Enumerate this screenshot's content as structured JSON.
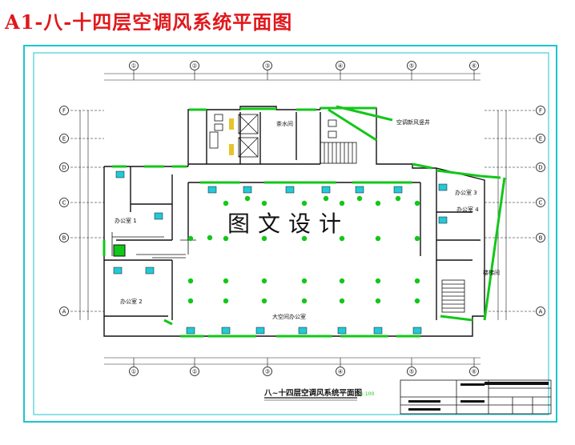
{
  "title": "A1-八-十四层空调风系统平面图",
  "watermark": "图文设计",
  "drawing_title": "八~十四层空调风系统平面图",
  "drawing_scale": "1:100",
  "grid_columns": [
    "①",
    "②",
    "③",
    "④",
    "⑤",
    "⑥"
  ],
  "grid_rows": [
    "F",
    "E",
    "D",
    "C",
    "B",
    "A"
  ],
  "rooms": {
    "open_office": "大空间办公室",
    "office_1": "办公室 1",
    "office_2": "办公室 2",
    "office_3": "办公室 3",
    "office_4": "办公室 4",
    "stair_room": "楼梯间",
    "water_room": "茶水间",
    "label_top_right": "空调新风竖井"
  },
  "colors": {
    "title_red": "#e0181c",
    "frame_cyan": "#19c6cf",
    "wall_green": "#12c718",
    "diffuser_cyan": "#22c9d8",
    "ink": "#111111"
  }
}
